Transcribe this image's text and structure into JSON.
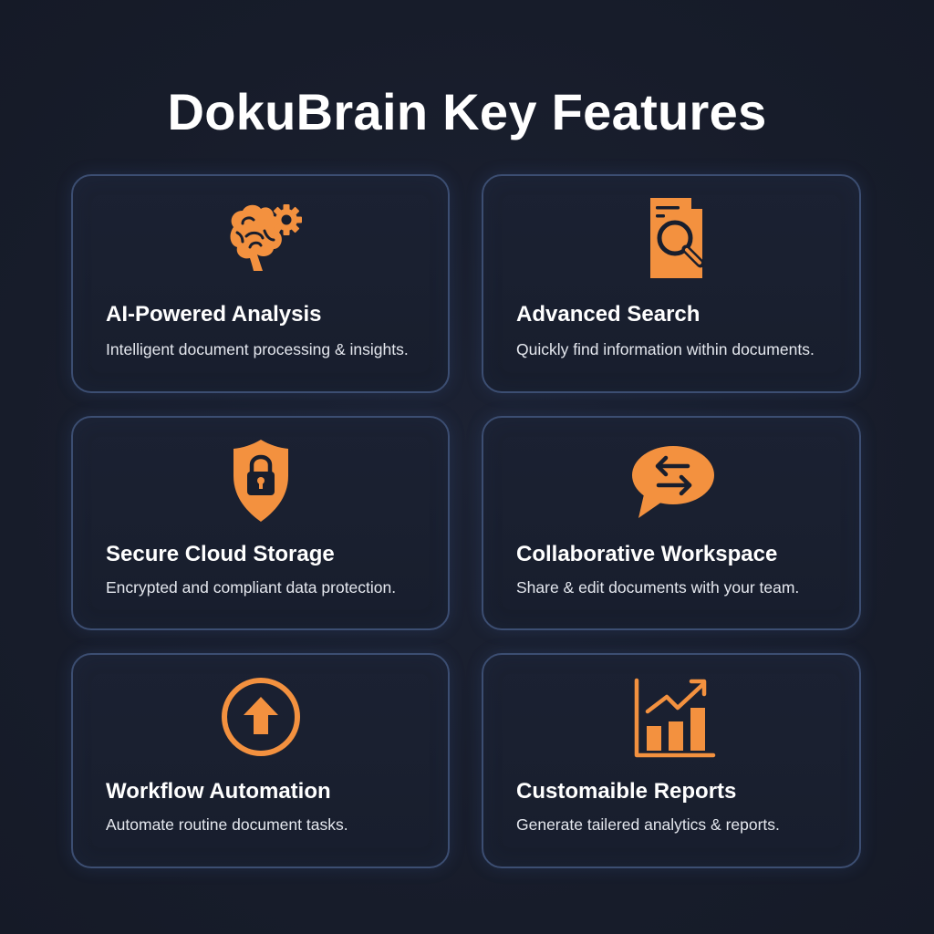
{
  "page": {
    "title": "DokuBrain Key Features"
  },
  "theme": {
    "background": "#181e2d",
    "card_border": "#3c4e72",
    "accent": "#f3913f",
    "title_color": "#ffffff",
    "text_color": "#e4e7ee"
  },
  "features": [
    {
      "icon": "brain-gear-icon",
      "title": "AI-Powered Analysis",
      "description": "Intelligent document processing & insights."
    },
    {
      "icon": "document-search-icon",
      "title": "Advanced Search",
      "description": "Quickly find information within documents."
    },
    {
      "icon": "shield-lock-icon",
      "title": "Secure Cloud Storage",
      "description": "Encrypted and compliant data protection."
    },
    {
      "icon": "chat-exchange-icon",
      "title": "Collaborative Workspace",
      "description": "Share & edit documents with your team."
    },
    {
      "icon": "circle-up-arrow-icon",
      "title": "Workflow Automation",
      "description": "Automate routine document tasks."
    },
    {
      "icon": "bar-chart-trend-icon",
      "title": "Customaible Reports",
      "description": "Generate tailered analytics & reports."
    }
  ]
}
